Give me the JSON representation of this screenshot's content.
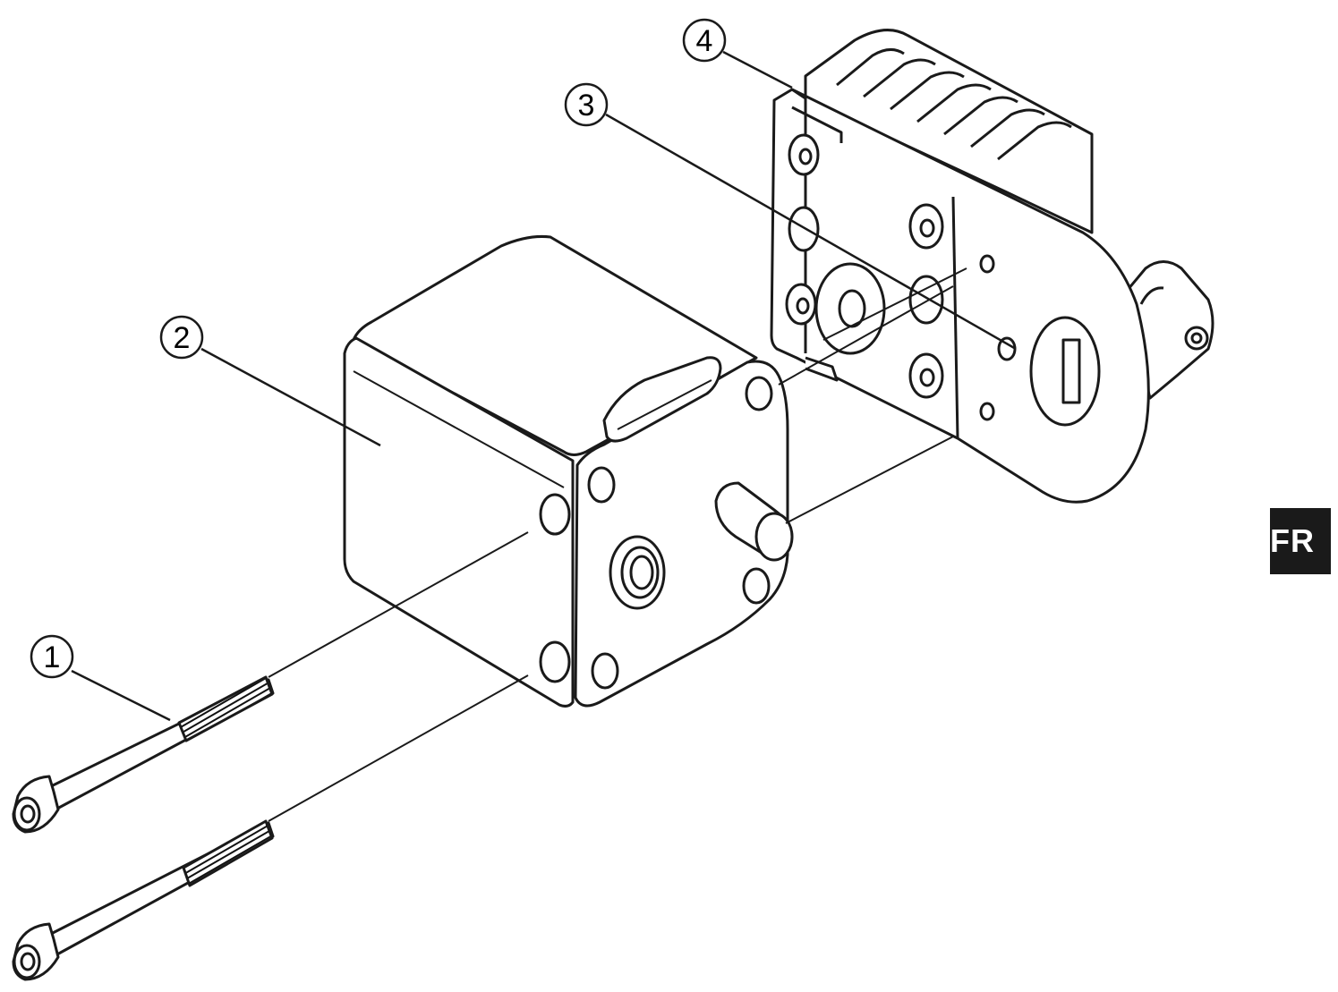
{
  "callouts": [
    {
      "id": "1",
      "label": "1",
      "part": "screws"
    },
    {
      "id": "2",
      "label": "2",
      "part": "housing"
    },
    {
      "id": "3",
      "label": "3",
      "part": "seal-ring"
    },
    {
      "id": "4",
      "label": "4",
      "part": "mounting-bracket"
    }
  ],
  "language_tab": "FR",
  "colors": {
    "line": "#1a1a1a",
    "fill": "#ffffff",
    "shade": "#f2f2f2",
    "tab_bg": "#1a1a1a",
    "tab_text": "#ffffff"
  }
}
